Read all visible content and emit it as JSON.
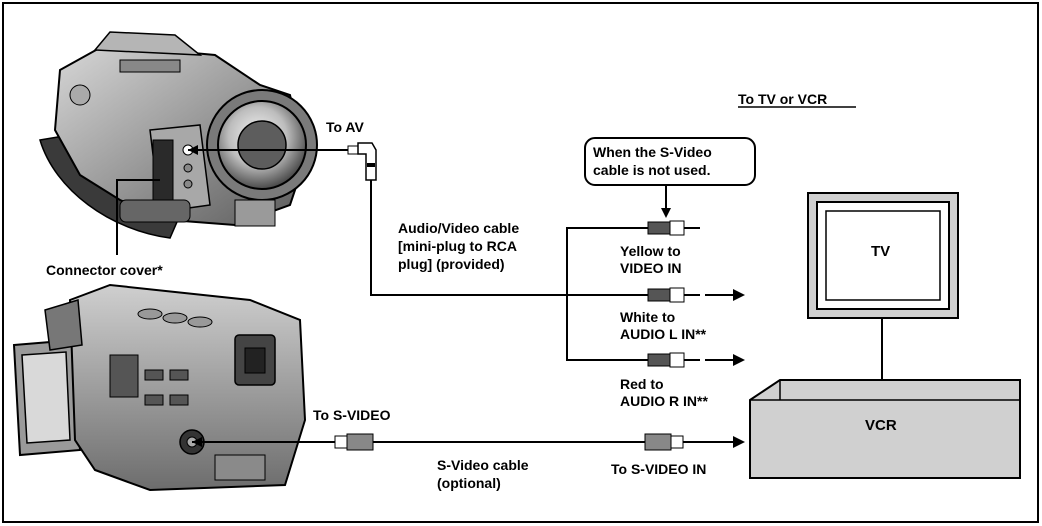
{
  "labels": {
    "to_tv_or_vcr": "To TV or VCR",
    "to_av": "To AV",
    "callout_line1": "When the S-Video",
    "callout_line2": "cable is not used.",
    "av_cable_line1": "Audio/Video cable",
    "av_cable_line2": "[mini-plug to RCA",
    "av_cable_line3": "plug] (provided)",
    "yellow_line1": "Yellow to",
    "yellow_line2": "VIDEO IN",
    "white_line1": "White to",
    "white_line2": "AUDIO L IN**",
    "red_line1": "Red to",
    "red_line2": "AUDIO R IN**",
    "connector_cover": "Connector cover*",
    "to_s_video": "To S-VIDEO",
    "s_video_cable_line1": "S-Video cable",
    "s_video_cable_line2": "(optional)",
    "to_s_video_in": "To S-VIDEO IN",
    "tv": "TV",
    "vcr": "VCR"
  },
  "icons": {
    "camcorder_top": "camcorder-front-icon",
    "camcorder_bottom": "camcorder-side-icon",
    "tv": "tv-icon",
    "vcr": "vcr-icon"
  }
}
